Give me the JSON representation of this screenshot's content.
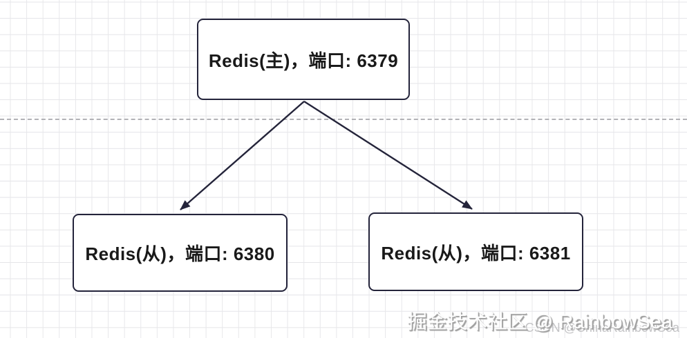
{
  "diagram": {
    "type": "flowchart",
    "nodes": [
      {
        "id": "master",
        "label": "Redis(主)，端口: 6379",
        "role": "master",
        "port": "6379"
      },
      {
        "id": "slave1",
        "label": "Redis(从)，端口: 6380",
        "role": "slave",
        "port": "6380"
      },
      {
        "id": "slave2",
        "label": "Redis(从)，端口: 6381",
        "role": "slave",
        "port": "6381"
      }
    ],
    "edges": [
      {
        "from": "master",
        "to": "slave1",
        "style": "arrow"
      },
      {
        "from": "master",
        "to": "slave2",
        "style": "arrow"
      }
    ]
  },
  "watermark": {
    "main": "掘金技术社区 @ RainbowSea",
    "sub": "CSDN @ChinaRainbowSea"
  },
  "colors": {
    "node_border": "#23233a",
    "node_fill": "#ffffff",
    "node_text": "#191919",
    "arrow": "#24243a",
    "grid_line": "#e6e6e9",
    "page_break_line": "#b1b1b5",
    "watermark_main": "#fdfdfd",
    "watermark_shadow": "#9d9d9d",
    "watermark_sub": "#c3c3c5"
  }
}
